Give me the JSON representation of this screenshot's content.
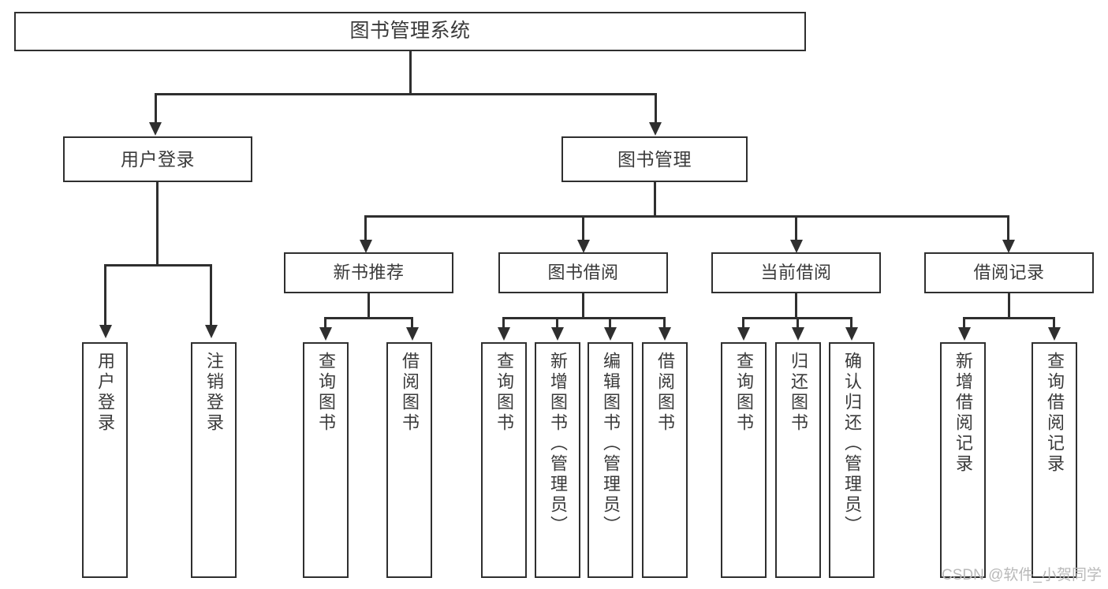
{
  "diagram": {
    "title": "图书管理系统",
    "type": "tree-hierarchy",
    "root": {
      "label": "图书管理系统"
    },
    "level2": [
      {
        "label": "用户登录"
      },
      {
        "label": "图书管理"
      }
    ],
    "level3": [
      {
        "label": "新书推荐"
      },
      {
        "label": "图书借阅"
      },
      {
        "label": "当前借阅"
      },
      {
        "label": "借阅记录"
      }
    ],
    "leaves": {
      "user_login": [
        {
          "label": "用户登录"
        },
        {
          "label": "注销登录"
        }
      ],
      "new_book_recommend": [
        {
          "label": "查询图书"
        },
        {
          "label": "借阅图书"
        }
      ],
      "book_borrow": [
        {
          "label": "查询图书"
        },
        {
          "label": "新增图书（管理员）"
        },
        {
          "label": "编辑图书（管理员）"
        },
        {
          "label": "借阅图书"
        }
      ],
      "current_borrow": [
        {
          "label": "查询图书"
        },
        {
          "label": "归还图书"
        },
        {
          "label": "确认归还（管理员）"
        }
      ],
      "borrow_record": [
        {
          "label": "新增借阅记录"
        },
        {
          "label": "查询借阅记录"
        }
      ]
    }
  },
  "watermark": {
    "text": "CSDN @软件_小贺同学"
  },
  "colors": {
    "line": "#2f2f2f",
    "box_border": "#2f2f2f",
    "box_fill": "#ffffff",
    "text": "#3a3a3a",
    "watermark": "#b9b9b9",
    "background": "#ffffff"
  }
}
